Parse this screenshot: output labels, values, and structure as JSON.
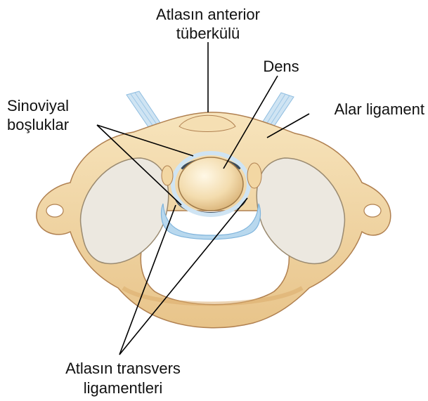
{
  "labels": {
    "anterior_tubercle": [
      "Atlasın anterior",
      "tüberkülü"
    ],
    "dens": "Dens",
    "synovial_spaces": [
      "Sinoviyal",
      "boşluklar"
    ],
    "alar_ligament": "Alar ligament",
    "transverse_ligament": [
      "Atlasın transvers",
      "ligamentleri"
    ]
  },
  "colors": {
    "bone": "#f3d9a6",
    "bone_shadow": "#d9a968",
    "articular_facet": "#ebe6dc",
    "ligament": "#b8d8ee",
    "ligament_dark": "#7fb4dc",
    "synovial_ring": "#3a4a5a",
    "text": "#111111"
  }
}
